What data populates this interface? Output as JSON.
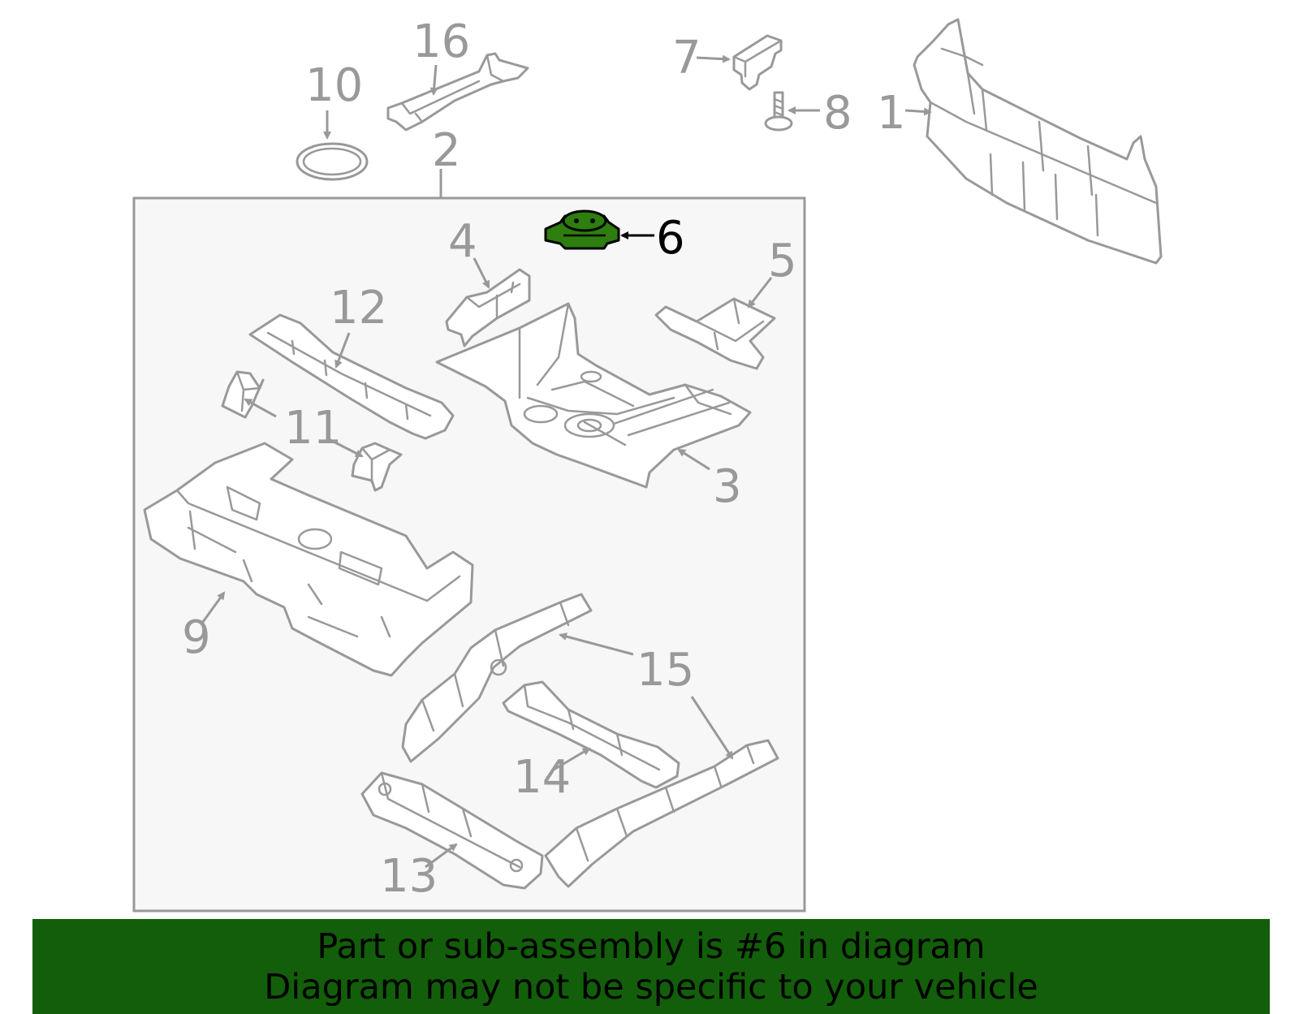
{
  "callouts": {
    "c1": "1",
    "c2": "2",
    "c3": "3",
    "c4": "4",
    "c5": "5",
    "c6": "6",
    "c7": "7",
    "c8": "8",
    "c9": "9",
    "c10": "10",
    "c11": "11",
    "c12": "12",
    "c13": "13",
    "c14": "14",
    "c15": "15",
    "c16": "16"
  },
  "highlight": {
    "part": "6",
    "color": "#2e7d0f"
  },
  "colors": {
    "line": "#999999",
    "box_fill": "#f7f7f7",
    "banner": "#135e0a"
  },
  "banner": {
    "line1": "Part or sub-assembly is #6 in diagram",
    "line2": "Diagram may not be specific to your vehicle"
  }
}
